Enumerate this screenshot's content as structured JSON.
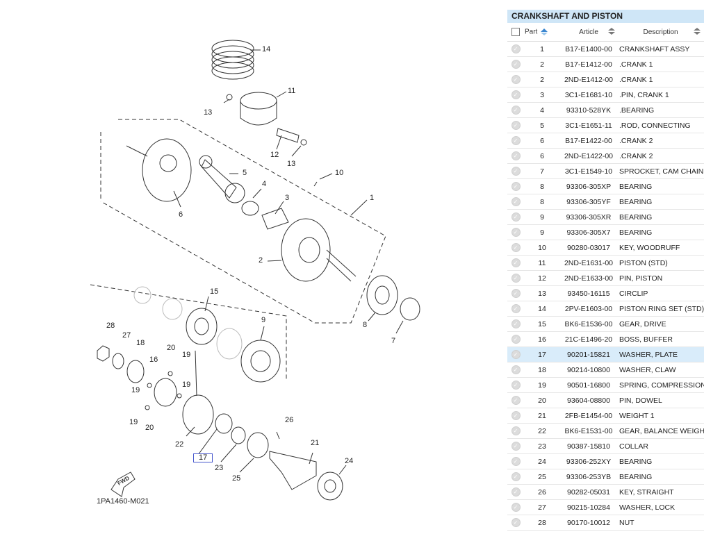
{
  "panel": {
    "title": "CRANKSHAFT AND PISTON",
    "columns": {
      "part": "Part",
      "article": "Article",
      "description": "Description"
    },
    "rows": [
      {
        "part": "1",
        "article": "B17-E1400-00",
        "description": "CRANKSHAFT ASSY"
      },
      {
        "part": "2",
        "article": "B17-E1412-00",
        "description": ".CRANK 1"
      },
      {
        "part": "2",
        "article": "2ND-E1412-00",
        "description": ".CRANK 1"
      },
      {
        "part": "3",
        "article": "3C1-E1681-10",
        "description": ".PIN, CRANK 1"
      },
      {
        "part": "4",
        "article": "93310-528YK",
        "description": ".BEARING"
      },
      {
        "part": "5",
        "article": "3C1-E1651-11",
        "description": ".ROD, CONNECTING"
      },
      {
        "part": "6",
        "article": "B17-E1422-00",
        "description": ".CRANK 2"
      },
      {
        "part": "6",
        "article": "2ND-E1422-00",
        "description": ".CRANK 2"
      },
      {
        "part": "7",
        "article": "3C1-E1549-10",
        "description": "SPROCKET, CAM CHAIN"
      },
      {
        "part": "8",
        "article": "93306-305XP",
        "description": "BEARING"
      },
      {
        "part": "8",
        "article": "93306-305YF",
        "description": "BEARING"
      },
      {
        "part": "9",
        "article": "93306-305XR",
        "description": "BEARING"
      },
      {
        "part": "9",
        "article": "93306-305X7",
        "description": "BEARING"
      },
      {
        "part": "10",
        "article": "90280-03017",
        "description": "KEY, WOODRUFF"
      },
      {
        "part": "11",
        "article": "2ND-E1631-00",
        "description": "PISTON (STD)"
      },
      {
        "part": "12",
        "article": "2ND-E1633-00",
        "description": "PIN, PISTON"
      },
      {
        "part": "13",
        "article": "93450-16115",
        "description": "CIRCLIP"
      },
      {
        "part": "14",
        "article": "2PV-E1603-00",
        "description": "PISTON RING SET (STD)"
      },
      {
        "part": "15",
        "article": "BK6-E1536-00",
        "description": "GEAR, DRIVE"
      },
      {
        "part": "16",
        "article": "21C-E1496-20",
        "description": "BOSS, BUFFER"
      },
      {
        "part": "17",
        "article": "90201-15821",
        "description": "WASHER, PLATE",
        "selected": true
      },
      {
        "part": "18",
        "article": "90214-10800",
        "description": "WASHER, CLAW"
      },
      {
        "part": "19",
        "article": "90501-16800",
        "description": "SPRING, COMPRESSION"
      },
      {
        "part": "20",
        "article": "93604-08800",
        "description": "PIN, DOWEL"
      },
      {
        "part": "21",
        "article": "2FB-E1454-00",
        "description": "WEIGHT 1"
      },
      {
        "part": "22",
        "article": "BK6-E1531-00",
        "description": "GEAR, BALANCE WEIGHT"
      },
      {
        "part": "23",
        "article": "90387-15810",
        "description": "COLLAR"
      },
      {
        "part": "24",
        "article": "93306-252XY",
        "description": "BEARING"
      },
      {
        "part": "25",
        "article": "93306-253YB",
        "description": "BEARING"
      },
      {
        "part": "26",
        "article": "90282-05031",
        "description": "KEY, STRAIGHT"
      },
      {
        "part": "27",
        "article": "90215-10284",
        "description": "WASHER, LOCK"
      },
      {
        "part": "28",
        "article": "90170-10012",
        "description": "NUT"
      }
    ]
  },
  "diagram": {
    "code": "1PA1460-M021",
    "fwd_label": "FWD",
    "selected_callout": "17",
    "callouts": [
      "14",
      "11",
      "13",
      "12",
      "13",
      "10",
      "5",
      "4",
      "3",
      "1",
      "6",
      "2",
      "8",
      "7",
      "15",
      "9",
      "28",
      "27",
      "18",
      "20",
      "19",
      "16",
      "19",
      "19",
      "20",
      "22",
      "17",
      "23",
      "26",
      "21",
      "25",
      "24"
    ]
  },
  "colors": {
    "header_bg": "#cfe6f7",
    "selected_row": "#d9ecfa",
    "callout_border": "#4455cc"
  }
}
